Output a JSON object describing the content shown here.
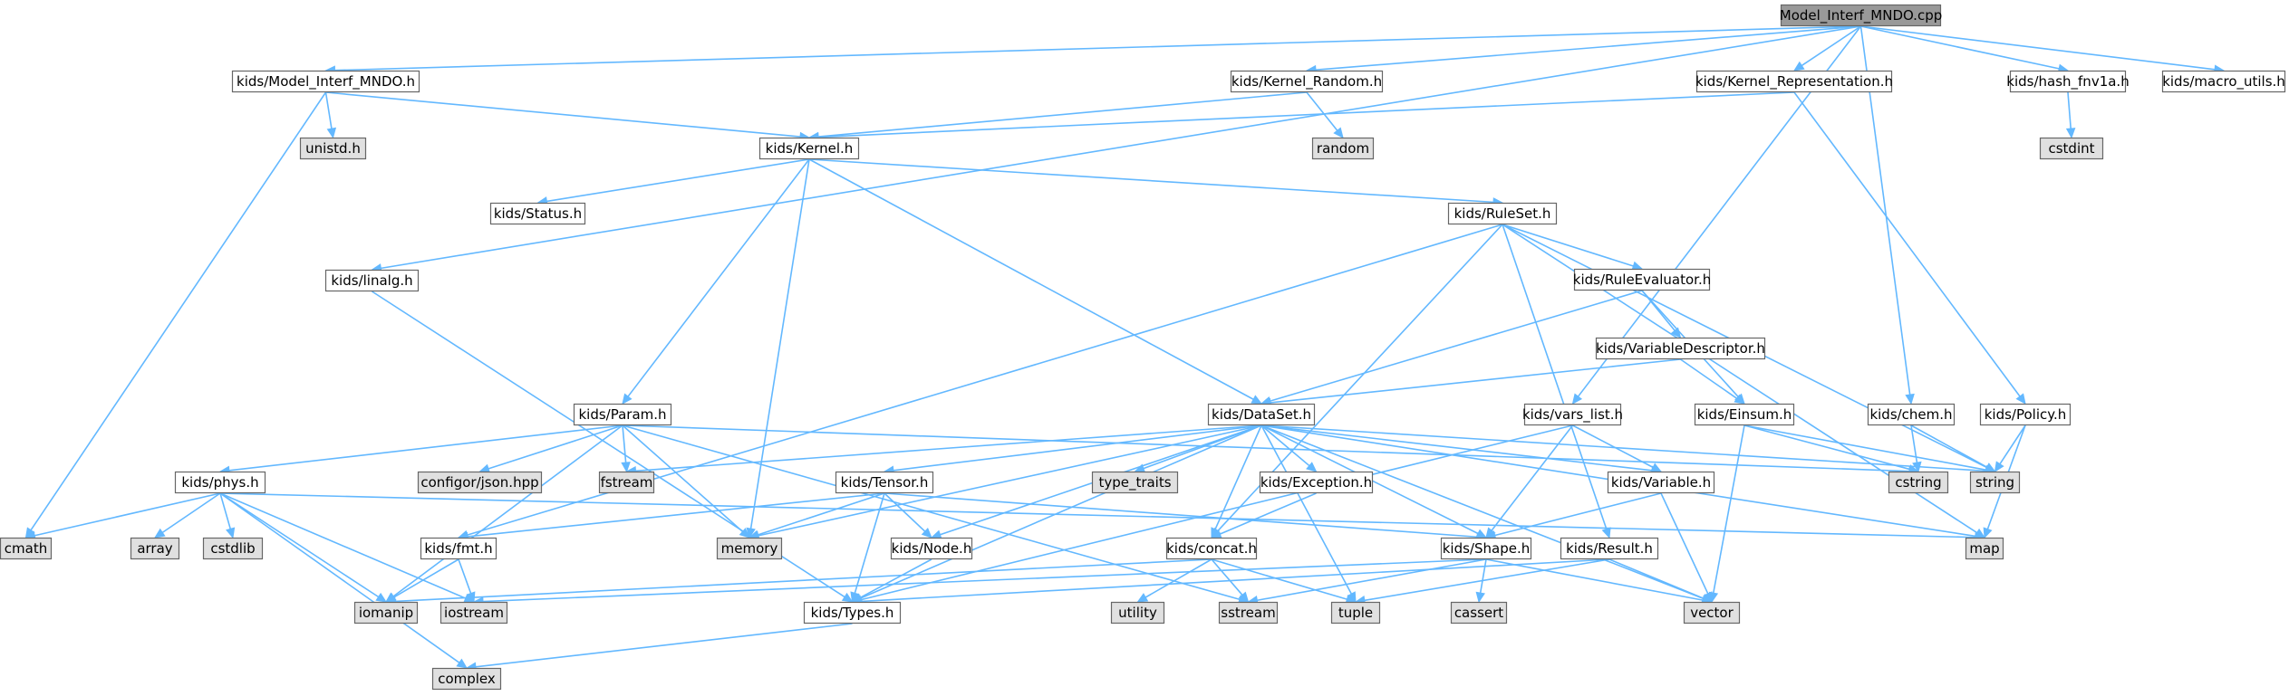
{
  "colors": {
    "root_fill": "#999999",
    "header_fill": "#ffffff",
    "system_fill": "#e0e0e0",
    "border": "#666666",
    "edge": "#63b8ff"
  },
  "nodes": [
    {
      "id": "root",
      "label": "Model_Interf_MNDO.cpp",
      "kind": "root"
    },
    {
      "id": "model_interf",
      "label": "kids/Model_Interf_MNDO.h",
      "kind": "header"
    },
    {
      "id": "unistd",
      "label": "unistd.h",
      "kind": "system"
    },
    {
      "id": "kernel_random",
      "label": "kids/Kernel_Random.h",
      "kind": "header"
    },
    {
      "id": "random",
      "label": "random",
      "kind": "system"
    },
    {
      "id": "kernel_repr",
      "label": "kids/Kernel_Representation.h",
      "kind": "header"
    },
    {
      "id": "hash",
      "label": "kids/hash_fnv1a.h",
      "kind": "header"
    },
    {
      "id": "cstdint",
      "label": "cstdint",
      "kind": "system"
    },
    {
      "id": "macro",
      "label": "kids/macro_utils.h",
      "kind": "header"
    },
    {
      "id": "kernel",
      "label": "kids/Kernel.h",
      "kind": "header"
    },
    {
      "id": "status",
      "label": "kids/Status.h",
      "kind": "header"
    },
    {
      "id": "ruleset",
      "label": "kids/RuleSet.h",
      "kind": "header"
    },
    {
      "id": "linalg",
      "label": "kids/linalg.h",
      "kind": "header"
    },
    {
      "id": "ruleeval",
      "label": "kids/RuleEvaluator.h",
      "kind": "header"
    },
    {
      "id": "vardesc",
      "label": "kids/VariableDescriptor.h",
      "kind": "header"
    },
    {
      "id": "param",
      "label": "kids/Param.h",
      "kind": "header"
    },
    {
      "id": "dataset",
      "label": "kids/DataSet.h",
      "kind": "header"
    },
    {
      "id": "varslist",
      "label": "kids/vars_list.h",
      "kind": "header"
    },
    {
      "id": "einsum",
      "label": "kids/Einsum.h",
      "kind": "header"
    },
    {
      "id": "chem",
      "label": "kids/chem.h",
      "kind": "header"
    },
    {
      "id": "policy",
      "label": "kids/Policy.h",
      "kind": "header"
    },
    {
      "id": "phys",
      "label": "kids/phys.h",
      "kind": "header"
    },
    {
      "id": "configor",
      "label": "configor/json.hpp",
      "kind": "system"
    },
    {
      "id": "fstream",
      "label": "fstream",
      "kind": "system"
    },
    {
      "id": "tensor",
      "label": "kids/Tensor.h",
      "kind": "header"
    },
    {
      "id": "typetraits",
      "label": "type_traits",
      "kind": "system"
    },
    {
      "id": "exception",
      "label": "kids/Exception.h",
      "kind": "header"
    },
    {
      "id": "variable",
      "label": "kids/Variable.h",
      "kind": "header"
    },
    {
      "id": "cstring",
      "label": "cstring",
      "kind": "system"
    },
    {
      "id": "string",
      "label": "string",
      "kind": "system"
    },
    {
      "id": "cmath",
      "label": "cmath",
      "kind": "system"
    },
    {
      "id": "array",
      "label": "array",
      "kind": "system"
    },
    {
      "id": "cstdlib",
      "label": "cstdlib",
      "kind": "system"
    },
    {
      "id": "fmt",
      "label": "kids/fmt.h",
      "kind": "header"
    },
    {
      "id": "memory",
      "label": "memory",
      "kind": "system"
    },
    {
      "id": "node",
      "label": "kids/Node.h",
      "kind": "header"
    },
    {
      "id": "concat",
      "label": "kids/concat.h",
      "kind": "header"
    },
    {
      "id": "shape",
      "label": "kids/Shape.h",
      "kind": "header"
    },
    {
      "id": "result",
      "label": "kids/Result.h",
      "kind": "header"
    },
    {
      "id": "map",
      "label": "map",
      "kind": "system"
    },
    {
      "id": "iomanip",
      "label": "iomanip",
      "kind": "system"
    },
    {
      "id": "iostream",
      "label": "iostream",
      "kind": "system"
    },
    {
      "id": "types",
      "label": "kids/Types.h",
      "kind": "header"
    },
    {
      "id": "utility",
      "label": "utility",
      "kind": "system"
    },
    {
      "id": "sstream",
      "label": "sstream",
      "kind": "system"
    },
    {
      "id": "tuple",
      "label": "tuple",
      "kind": "system"
    },
    {
      "id": "cassert",
      "label": "cassert",
      "kind": "system"
    },
    {
      "id": "vector",
      "label": "vector",
      "kind": "system"
    },
    {
      "id": "complex",
      "label": "complex",
      "kind": "system"
    }
  ],
  "edges": [
    [
      "root",
      "model_interf"
    ],
    [
      "root",
      "kernel_random"
    ],
    [
      "root",
      "kernel_repr"
    ],
    [
      "root",
      "hash"
    ],
    [
      "root",
      "macro"
    ],
    [
      "root",
      "linalg"
    ],
    [
      "root",
      "varslist"
    ],
    [
      "root",
      "chem"
    ],
    [
      "model_interf",
      "unistd"
    ],
    [
      "model_interf",
      "kernel"
    ],
    [
      "model_interf",
      "cmath"
    ],
    [
      "kernel_random",
      "random"
    ],
    [
      "kernel_random",
      "kernel"
    ],
    [
      "kernel_repr",
      "kernel"
    ],
    [
      "kernel_repr",
      "policy"
    ],
    [
      "hash",
      "cstdint"
    ],
    [
      "kernel",
      "status"
    ],
    [
      "kernel",
      "ruleset"
    ],
    [
      "kernel",
      "param"
    ],
    [
      "kernel",
      "dataset"
    ],
    [
      "kernel",
      "memory"
    ],
    [
      "ruleset",
      "ruleeval"
    ],
    [
      "ruleset",
      "fmt"
    ],
    [
      "ruleset",
      "concat"
    ],
    [
      "ruleset",
      "result"
    ],
    [
      "ruleset",
      "string"
    ],
    [
      "ruleset",
      "map"
    ],
    [
      "ruleeval",
      "vardesc"
    ],
    [
      "ruleeval",
      "dataset"
    ],
    [
      "ruleeval",
      "einsum"
    ],
    [
      "vardesc",
      "dataset"
    ],
    [
      "vardesc",
      "einsum"
    ],
    [
      "linalg",
      "types"
    ],
    [
      "param",
      "phys"
    ],
    [
      "param",
      "configor"
    ],
    [
      "param",
      "fstream"
    ],
    [
      "param",
      "memory"
    ],
    [
      "param",
      "iomanip"
    ],
    [
      "param",
      "sstream"
    ],
    [
      "param",
      "cstring"
    ],
    [
      "dataset",
      "tensor"
    ],
    [
      "dataset",
      "typetraits"
    ],
    [
      "dataset",
      "exception"
    ],
    [
      "dataset",
      "variable"
    ],
    [
      "dataset",
      "fstream"
    ],
    [
      "dataset",
      "memory"
    ],
    [
      "dataset",
      "node"
    ],
    [
      "dataset",
      "concat"
    ],
    [
      "dataset",
      "shape"
    ],
    [
      "dataset",
      "types"
    ],
    [
      "dataset",
      "tuple"
    ],
    [
      "dataset",
      "vector"
    ],
    [
      "dataset",
      "map"
    ],
    [
      "dataset",
      "string"
    ],
    [
      "varslist",
      "variable"
    ],
    [
      "varslist",
      "shape"
    ],
    [
      "varslist",
      "types"
    ],
    [
      "einsum",
      "cstring"
    ],
    [
      "einsum",
      "string"
    ],
    [
      "einsum",
      "vector"
    ],
    [
      "chem",
      "cstring"
    ],
    [
      "chem",
      "string"
    ],
    [
      "policy",
      "string"
    ],
    [
      "policy",
      "map"
    ],
    [
      "phys",
      "cmath"
    ],
    [
      "phys",
      "array"
    ],
    [
      "phys",
      "cstdlib"
    ],
    [
      "phys",
      "iomanip"
    ],
    [
      "phys",
      "iostream"
    ],
    [
      "phys",
      "complex"
    ],
    [
      "phys",
      "map"
    ],
    [
      "tensor",
      "fmt"
    ],
    [
      "tensor",
      "memory"
    ],
    [
      "tensor",
      "node"
    ],
    [
      "tensor",
      "types"
    ],
    [
      "tensor",
      "shape"
    ],
    [
      "exception",
      "concat"
    ],
    [
      "variable",
      "shape"
    ],
    [
      "variable",
      "vector"
    ],
    [
      "fmt",
      "iomanip"
    ],
    [
      "fmt",
      "iostream"
    ],
    [
      "node",
      "types"
    ],
    [
      "concat",
      "iomanip"
    ],
    [
      "concat",
      "utility"
    ],
    [
      "concat",
      "sstream"
    ],
    [
      "concat",
      "tuple"
    ],
    [
      "shape",
      "iostream"
    ],
    [
      "shape",
      "cassert"
    ],
    [
      "shape",
      "sstream"
    ],
    [
      "shape",
      "vector"
    ],
    [
      "result",
      "types"
    ],
    [
      "result",
      "tuple"
    ],
    [
      "result",
      "vector"
    ],
    [
      "types",
      "complex"
    ]
  ]
}
